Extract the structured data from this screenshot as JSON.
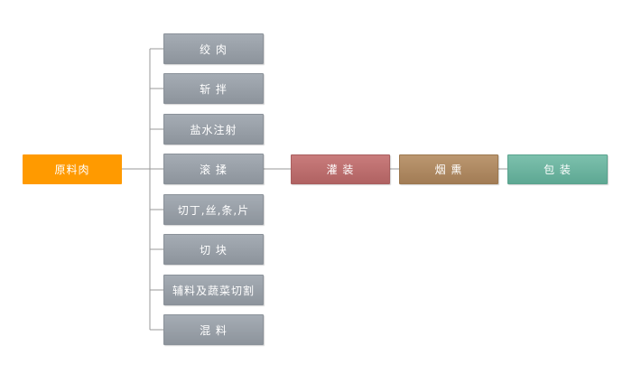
{
  "diagram": {
    "source": {
      "label": "原料肉"
    },
    "steps": [
      {
        "label": "绞 肉"
      },
      {
        "label": "斩 拌"
      },
      {
        "label": "盐水注射"
      },
      {
        "label": "滚 揉"
      },
      {
        "label": "切丁,丝,条,片"
      },
      {
        "label": "切 块"
      },
      {
        "label": "辅料及蔬菜切割"
      },
      {
        "label": "混 料"
      }
    ],
    "chain": [
      {
        "label": "灌 装"
      },
      {
        "label": "烟 熏"
      },
      {
        "label": "包 装"
      }
    ],
    "colors": {
      "source": "#ff9a00",
      "step": "#979ea6",
      "fill": "#b86a6a",
      "smoke": "#ad8760",
      "pack": "#6cb49f",
      "connector": "#9a9a9a"
    }
  }
}
